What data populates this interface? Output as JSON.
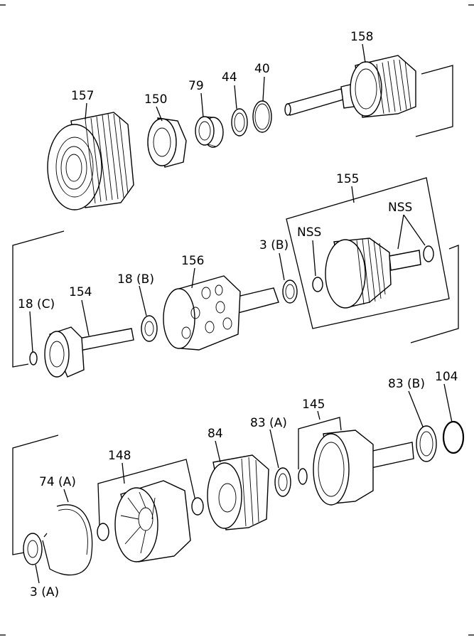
{
  "labels": {
    "p157": "157",
    "p150": "150",
    "p79": "79",
    "p44": "44",
    "p40": "40",
    "p158": "158",
    "p155": "155",
    "nss_left": "NSS",
    "nss_right": "NSS",
    "p3b": "3 (B)",
    "p156": "156",
    "p18b": "18 (B)",
    "p154": "154",
    "p18c": "18 (C)",
    "p148": "148",
    "p74a": "74 (A)",
    "p84": "84",
    "p83a": "83 (A)",
    "p145": "145",
    "p83b": "83 (B)",
    "p104": "104",
    "p3a": "3 (A)"
  }
}
